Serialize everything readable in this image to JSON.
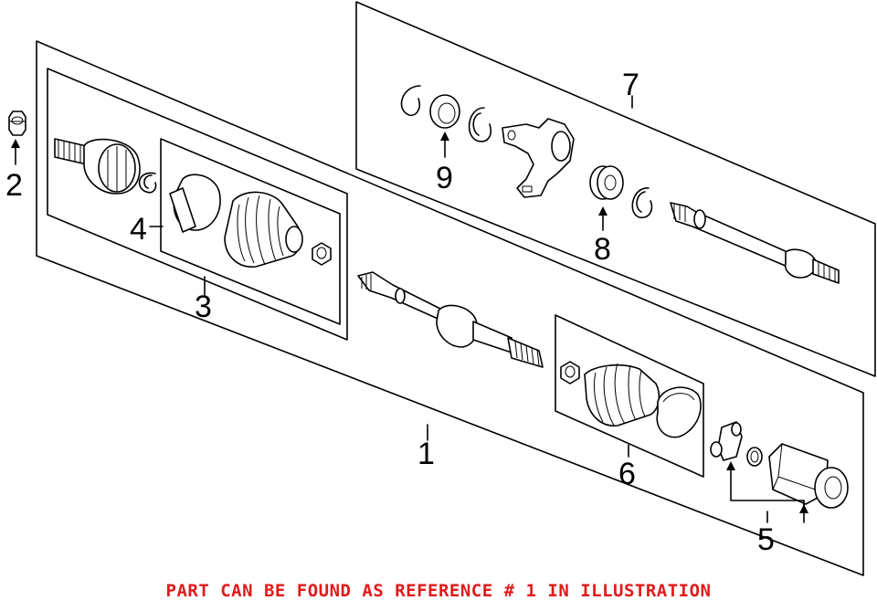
{
  "callouts": [
    {
      "id": "1",
      "label": "1"
    },
    {
      "id": "2",
      "label": "2"
    },
    {
      "id": "3",
      "label": "3"
    },
    {
      "id": "4",
      "label": "4"
    },
    {
      "id": "5",
      "label": "5"
    },
    {
      "id": "6",
      "label": "6"
    },
    {
      "id": "7",
      "label": "7"
    },
    {
      "id": "8",
      "label": "8"
    },
    {
      "id": "9",
      "label": "9"
    }
  ],
  "footer": {
    "text": "PART CAN BE FOUND AS REFERENCE # 1 IN ILLUSTRATION",
    "color": "#e01b1b"
  }
}
